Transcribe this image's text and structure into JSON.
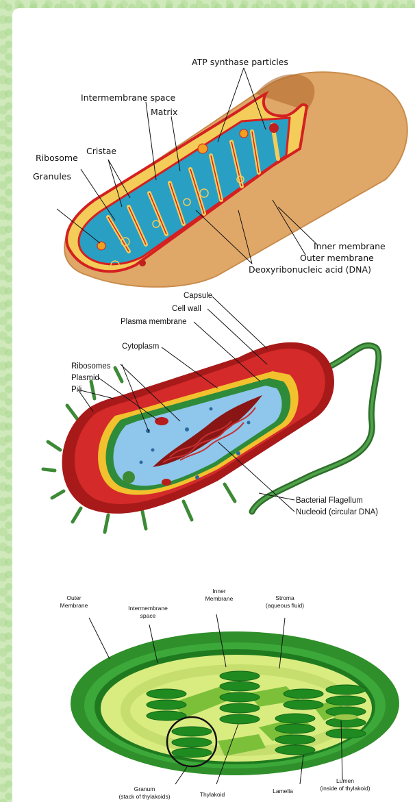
{
  "mitochondrion": {
    "labels": {
      "atp": "ATP synthase particles",
      "intermembrane": "Intermembrane space",
      "matrix": "Matrix",
      "ribosome": "Ribosome",
      "cristae": "Cristae",
      "granules": "Granules",
      "inner": "Inner membrane",
      "outer": "Outer membrane",
      "dna": "Deoxyribonucleic acid (DNA)"
    }
  },
  "bacterium": {
    "labels": {
      "capsule": "Capsule",
      "cellwall": "Cell wall",
      "plasma": "Plasma membrane",
      "cytoplasm": "Cytoplasm",
      "ribosomes": "Ribosomes",
      "plasmid": "Plasmid",
      "pili": "Pili",
      "flagellum": "Bacterial Flagellum",
      "nucleoid": "Nucleoid (circular DNA)"
    }
  },
  "chloroplast": {
    "labels": {
      "outer_l1": "Outer",
      "outer_l2": "Membrane",
      "inter_l1": "Intermembrane",
      "inter_l2": "space",
      "inner_l1": "Inner",
      "inner_l2": "Membrane",
      "stroma_l1": "Stroma",
      "stroma_l2": "(aqueous fluid)",
      "granum_l1": "Granum",
      "granum_l2": "(stack of thylakoids)",
      "thylakoid": "Thylakoid",
      "lamella": "Lamella",
      "lumen_l1": "Lumen",
      "lumen_l2": "(inside of thylakoid)"
    }
  },
  "colors": {
    "background": "#cfe9bb",
    "mito_outer": "#e0a868",
    "mito_membrane": "#d42020",
    "mito_matrix": "#2a9fc4",
    "bact_wall": "#c81e1e",
    "bact_capsule": "#f2c12e",
    "bact_membrane": "#2e8b3a",
    "bact_cytoplasm": "#8fc6ec",
    "chloro_outer": "#2f8f2a",
    "chloro_stroma": "#d9ec80",
    "thylakoid": "#1f8a1f"
  }
}
